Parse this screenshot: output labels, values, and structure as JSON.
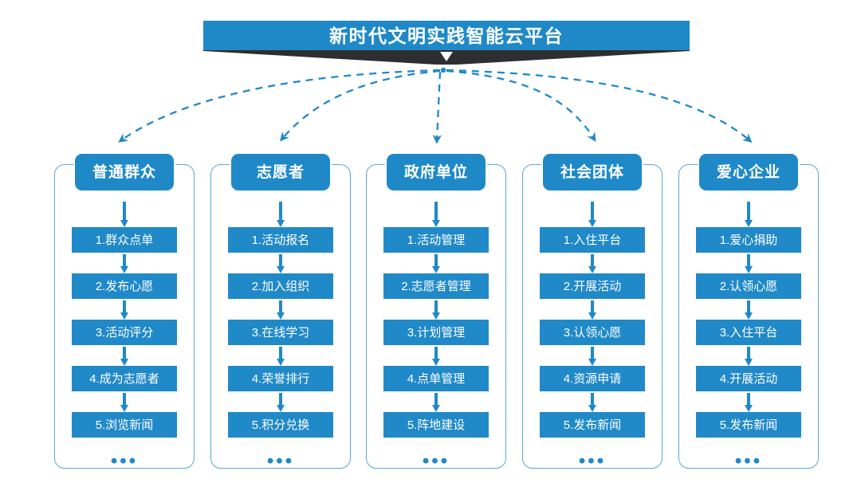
{
  "header": {
    "title": "新时代文明实践智能云平台",
    "accent_color": "#1f89c8",
    "banner_shadow_color": "#2e2e2e",
    "text_color": "#ffffff"
  },
  "diagram": {
    "type": "flowchart",
    "root_label": "新时代文明实践智能云平台",
    "connector_style": "dashed-curved-arrow",
    "connector_color": "#2089c8",
    "frame_border_color": "#57a8da",
    "ellipsis_glyph": "•••",
    "columns": [
      {
        "id": "col-general-public",
        "header": "普通群众",
        "items": [
          "1.群众点单",
          "2.发布心愿",
          "3.活动评分",
          "4.成为志愿者",
          "5.浏览新闻"
        ],
        "more": "•••"
      },
      {
        "id": "col-volunteer",
        "header": "志愿者",
        "items": [
          "1.活动报名",
          "2.加入组织",
          "3.在线学习",
          "4.荣誉排行",
          "5.积分兑换"
        ],
        "more": "•••"
      },
      {
        "id": "col-government-unit",
        "header": "政府单位",
        "items": [
          "1.活动管理",
          "2.志愿者管理",
          "3.计划管理",
          "4.点单管理",
          "5.阵地建设"
        ],
        "more": "•••"
      },
      {
        "id": "col-social-group",
        "header": "社会团体",
        "items": [
          "1.入住平台",
          "2.开展活动",
          "3.认领心愿",
          "4.资源申请",
          "5.发布新闻"
        ],
        "more": "•••"
      },
      {
        "id": "col-charity-enterprise",
        "header": "爱心企业",
        "items": [
          "1.爱心捐助",
          "2.认领心愿",
          "3.入住平台",
          "4.开展活动",
          "5.发布新闻"
        ],
        "more": "•••"
      }
    ]
  }
}
